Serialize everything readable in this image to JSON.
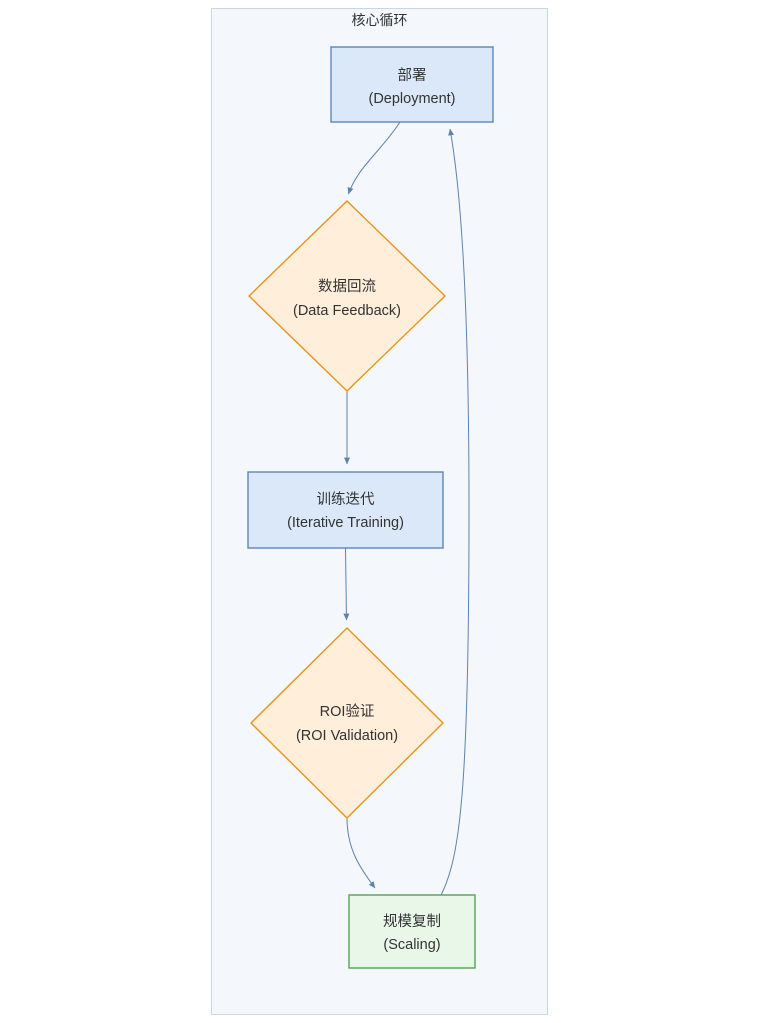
{
  "diagram": {
    "title": "核心循环",
    "colors": {
      "container_fill": "#f4f8fd",
      "container_border": "#c7d7e8",
      "blue_fill": "#dbe8fa",
      "blue_border": "#5d86b8",
      "orange_fill": "#ffeeda",
      "orange_border": "#e6941f",
      "green_fill": "#e9f7e9",
      "green_border": "#54a254",
      "edge": "#5d83aa",
      "text": "#333333"
    },
    "nodes": {
      "deployment": {
        "shape": "rect",
        "line1": "部署",
        "line2": "(Deployment)"
      },
      "data_feedback": {
        "shape": "diamond",
        "line1": "数据回流",
        "line2": "(Data Feedback)"
      },
      "iterative_training": {
        "shape": "rect",
        "line1": "训练迭代",
        "line2": "(Iterative Training)"
      },
      "roi_validation": {
        "shape": "diamond",
        "line1": "ROI验证",
        "line2": "(ROI Validation)"
      },
      "scaling": {
        "shape": "rect",
        "line1": "规模复制",
        "line2": "(Scaling)"
      }
    },
    "edges": [
      {
        "from": "deployment",
        "to": "data_feedback"
      },
      {
        "from": "data_feedback",
        "to": "iterative_training"
      },
      {
        "from": "iterative_training",
        "to": "roi_validation"
      },
      {
        "from": "roi_validation",
        "to": "scaling"
      },
      {
        "from": "scaling",
        "to": "deployment"
      }
    ]
  }
}
